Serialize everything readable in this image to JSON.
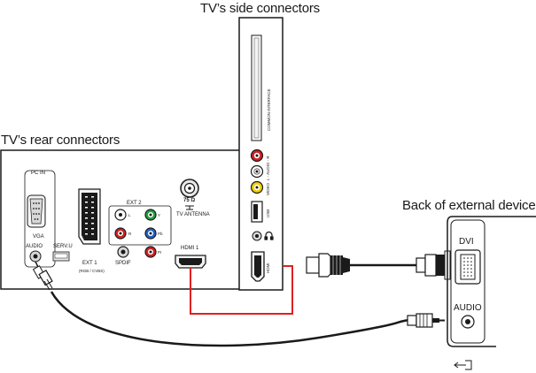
{
  "titles": {
    "side": "TV’s side connectors",
    "rear": "TV’s rear connectors",
    "external": "Back of external device"
  },
  "rear_panel": {
    "pc_in": "PC IN",
    "vga": "VGA",
    "audio": "AUDIO",
    "serv_u": "SERV.U",
    "ext1": "EXT 1",
    "ext1_sub": "(RGB / CVBS)",
    "ext2": "EXT 2",
    "l": "L",
    "r": "R",
    "y": "Y",
    "pb": "Pb",
    "pr": "Pr",
    "spdif": "SPDIF",
    "ohm": "75 Ω",
    "tv_antenna": "TV ANTENNA",
    "hdmi1": "HDMI 1"
  },
  "side_panel": {
    "common_interface": "COMMON INTERFACE",
    "audio_lr": "L - AUDIO - R",
    "video": "VIDEO",
    "usb": "USB",
    "hdmi": "HDMI"
  },
  "external_device": {
    "dvi": "DVI",
    "audio": "AUDIO"
  },
  "colors": {
    "line": "#1a1a1a",
    "route": "#e02020",
    "audio_red": "#d42020",
    "audio_white": "#ffffff",
    "video_yellow": "#f0d000",
    "green": "#20a040",
    "blue": "#2060d0"
  },
  "icons": [
    "headphone-icon",
    "source-input-icon"
  ]
}
